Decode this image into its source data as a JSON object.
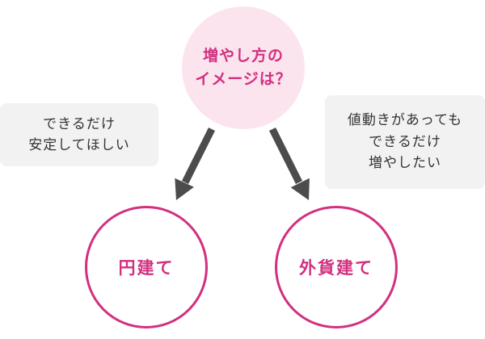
{
  "diagram": {
    "question": {
      "line1": "増やし方の",
      "line2": "イメージは？"
    },
    "left_note": {
      "line1": "できるだけ",
      "line2": "安定してほしい"
    },
    "right_note": {
      "line1": "値動きがあっても",
      "line2": "できるだけ",
      "line3": "増やしたい"
    },
    "left_option": {
      "label": "円建て"
    },
    "right_option": {
      "label": "外貨建て"
    },
    "colors": {
      "accent_pink": "#d2307f",
      "top_circle_fill": "#fbe4ee",
      "note_background": "#f2f2f2",
      "arrow_gray": "#4c4c4c",
      "note_text": "#333333"
    }
  }
}
